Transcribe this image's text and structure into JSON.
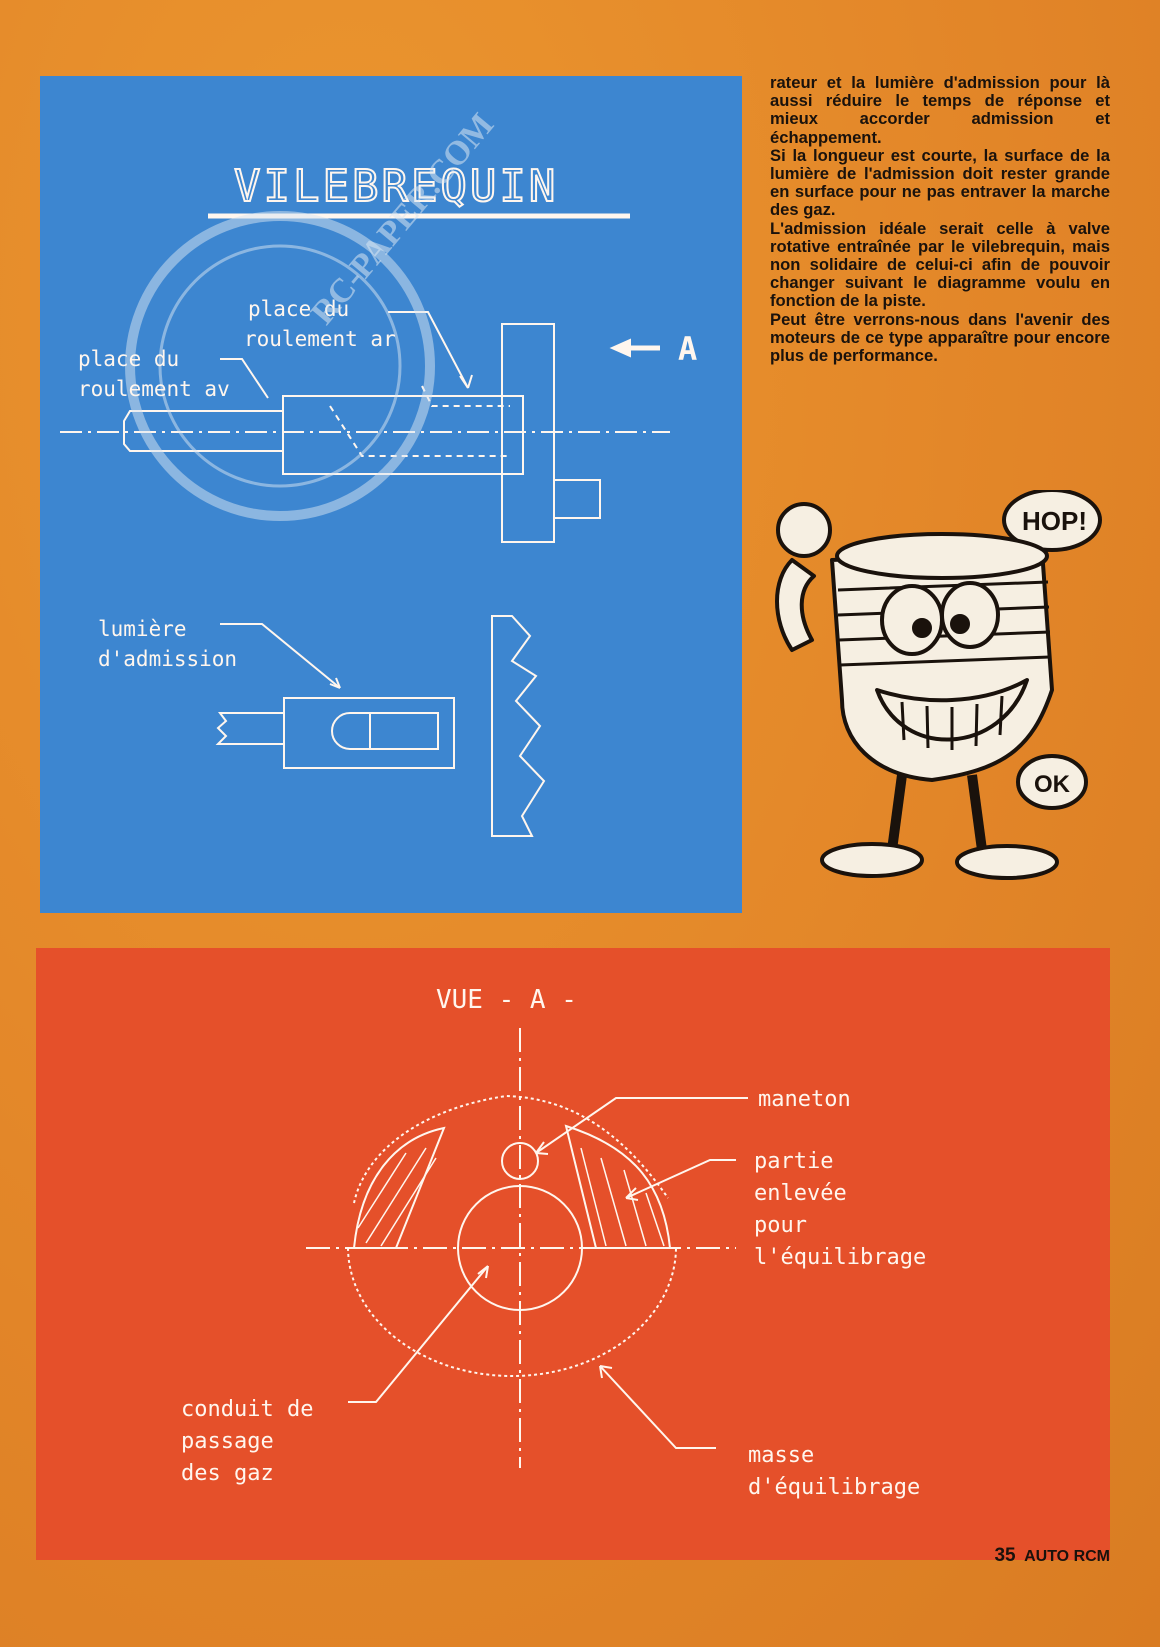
{
  "blue_diagram": {
    "title": "VILEBREQUIN",
    "label_roulement_ar_1": "place du",
    "label_roulement_ar_2": "roulement ar",
    "label_roulement_av_1": "place du",
    "label_roulement_av_2": "roulement av",
    "arrow_label": "A",
    "label_lumiere_1": "lumière",
    "label_lumiere_2": "d'admission"
  },
  "watermark": {
    "text": "RC-PAPER.COM"
  },
  "article": {
    "paragraphs": [
      "rateur et la lumière d'admission pour là aussi réduire le temps de réponse et mieux accorder admission et échappement.",
      "Si la longueur est courte, la surface de la lumière de l'admission doit rester grande en surface pour ne pas entraver la marche des gaz.",
      "L'admission idéale serait celle à valve rotative entraînée par le vilebrequin, mais non solidaire de celui-ci afin de pouvoir changer suivant le diagramme voulu en fonction de la piste.",
      "Peut être verrons-nous dans l'avenir des moteurs de ce type apparaître pour encore plus de performance."
    ]
  },
  "cartoon": {
    "bubble_hop": "HOP!",
    "bubble_ok": "OK"
  },
  "red_diagram": {
    "title": "VUE  - A -",
    "label_maneton": "maneton",
    "label_partie_1": "partie",
    "label_partie_2": "enlevée",
    "label_partie_3": "pour",
    "label_partie_4": "l'équilibrage",
    "label_conduit_1": "conduit de",
    "label_conduit_2": "passage",
    "label_conduit_3": "des gaz",
    "label_masse_1": "masse",
    "label_masse_2": "d'équilibrage"
  },
  "footer": {
    "page_number": "35",
    "magazine": "AUTO RCM"
  },
  "colors": {
    "page_orange": "#e48a2c",
    "blue_panel": "#3d86d0",
    "red_panel": "#e5502a",
    "line_white": "#fff6ee"
  }
}
